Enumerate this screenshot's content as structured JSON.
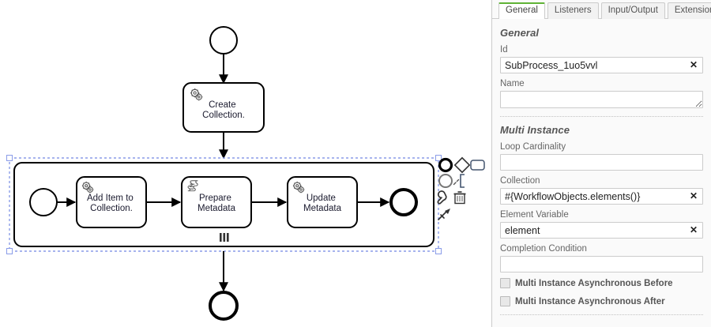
{
  "canvas": {
    "start_event": {
      "name": "start-event"
    },
    "tasks": [
      {
        "id": "create-collection",
        "label_line1": "Create",
        "label_line2": "Collection.",
        "icon": "service-task-gear-icon"
      },
      {
        "id": "add-item-to-collection",
        "label_line1": "Add Item to",
        "label_line2": "Collection.",
        "icon": "service-task-gear-icon"
      },
      {
        "id": "prepare-metadata",
        "label_line1": "Prepare",
        "label_line2": "Metadata",
        "icon": "script-task-icon"
      },
      {
        "id": "update-metadata",
        "label_line1": "Update",
        "label_line2": "Metadata",
        "icon": "service-task-gear-icon"
      }
    ],
    "subprocess": {
      "name": "multi-instance-subprocess",
      "marker": "parallel-multi-instance-marker",
      "selected": true
    },
    "end_event": {
      "name": "end-event"
    },
    "context_pad": {
      "items": [
        {
          "name": "append-end-event-icon"
        },
        {
          "name": "append-gateway-icon"
        },
        {
          "name": "append-task-icon"
        },
        {
          "name": "append-intermediate-event-icon"
        },
        {
          "name": "append-text-annotation-icon"
        },
        {
          "name": "change-type-wrench-icon"
        },
        {
          "name": "delete-trash-icon"
        },
        {
          "name": "connect-tool-icon"
        }
      ]
    },
    "colors": {
      "stroke": "#000000",
      "label": "#1a1a2e",
      "selection": "#8a9ce8"
    }
  },
  "panel": {
    "tabs": [
      {
        "label": "General",
        "active": true
      },
      {
        "label": "Listeners",
        "active": false
      },
      {
        "label": "Input/Output",
        "active": false
      },
      {
        "label": "Extensions",
        "active": false
      }
    ],
    "general": {
      "title": "General",
      "id": {
        "label": "Id",
        "value": "SubProcess_1uo5vvl",
        "clear": "✕"
      },
      "name": {
        "label": "Name",
        "value": "",
        "placeholder": ""
      }
    },
    "multi_instance": {
      "title": "Multi Instance",
      "loop_cardinality": {
        "label": "Loop Cardinality",
        "value": "",
        "placeholder": ""
      },
      "collection": {
        "label": "Collection",
        "value": "#{WorkflowObjects.elements()}",
        "clear": "✕"
      },
      "element_variable": {
        "label": "Element Variable",
        "value": "element",
        "clear": "✕"
      },
      "completion_condition": {
        "label": "Completion Condition",
        "value": "",
        "placeholder": ""
      },
      "checkboxes": [
        {
          "label": "Multi Instance Asynchronous Before",
          "checked": false
        },
        {
          "label": "Multi Instance Asynchronous After",
          "checked": false
        }
      ]
    },
    "accent_color": "#5fb336"
  }
}
